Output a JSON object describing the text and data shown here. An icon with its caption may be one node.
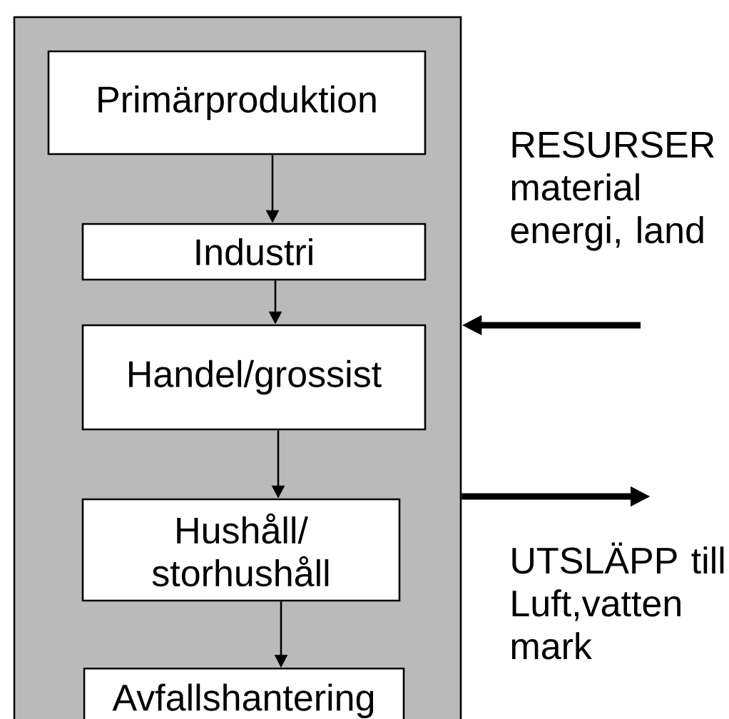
{
  "diagram": {
    "nodes": [
      {
        "text": [],
        "shape": "box"
      },
      {
        "text": [
          "Primärproduktion"
        ],
        "in": 0
      },
      {
        "text": [
          "Industri"
        ],
        "in": 0
      },
      {
        "text": [
          "Handel/grossist"
        ],
        "in": 0
      },
      {
        "text": [
          "Hushåll/ storhushåll"
        ],
        "in": 0
      },
      {
        "text": [
          "Avfallshantering"
        ],
        "in": 0
      }
    ],
    "edges": [
      {
        "from": 1,
        "to": 2,
        "arrow": "to"
      },
      {
        "from": 2,
        "to": 3,
        "arrow": "to"
      },
      {
        "from": 3,
        "to": 4,
        "arrow": "to"
      },
      {
        "from": 4,
        "to": 5,
        "arrow": "to"
      },
      {
        "from": null,
        "to": 0,
        "arrow": "to",
        "style": "thick"
      },
      {
        "from": 0,
        "to": null,
        "arrow": "to",
        "style": "thick"
      }
    ],
    "labels": [
      "RESURSER material energi, land",
      "UTSLÄPP till Luft,vatten mark"
    ]
  }
}
